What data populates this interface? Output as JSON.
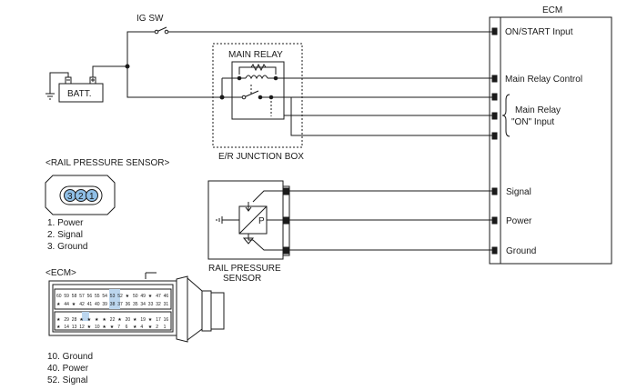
{
  "ecm_title": "ECM",
  "ig_sw": "IG SW",
  "batt": "BATT.",
  "main_relay": "MAIN RELAY",
  "junction_box": "E/R JUNCTION BOX",
  "ecm_pins": {
    "on_start": "ON/START Input",
    "main_relay_control": "Main Relay Control",
    "main_relay_on_1": "Main Relay",
    "main_relay_on_2": "\"ON\" Input",
    "signal": "Signal",
    "power": "Power",
    "ground": "Ground"
  },
  "sensor": {
    "heading": "<RAIL PRESSURE SENSOR>",
    "pin_numbers": [
      "3",
      "2",
      "1"
    ],
    "pins": [
      "1. Power",
      "2. Signal",
      "3. Ground"
    ],
    "caption_1": "RAIL PRESSURE",
    "caption_2": "SENSOR",
    "p_symbol": "P"
  },
  "ecm_connector": {
    "heading": "<ECM>",
    "pins": [
      "10. Ground",
      "40. Power",
      "52. Signal"
    ],
    "rows": [
      [
        "60",
        "59",
        "58",
        "57",
        "56",
        "55",
        "54",
        "53",
        "52",
        "★",
        "50",
        "49",
        "★",
        "47",
        "46"
      ],
      [
        "★",
        "44",
        "★",
        "42",
        "41",
        "40",
        "39",
        "38",
        "37",
        "36",
        "35",
        "34",
        "33",
        "32",
        "31"
      ],
      [
        "★",
        "29",
        "28",
        "★",
        "★",
        "★",
        "★",
        "22",
        "★",
        "20",
        "★",
        "19",
        "★",
        "17",
        "16"
      ],
      [
        "★",
        "14",
        "13",
        "12",
        "★",
        "10",
        "★",
        "★",
        "7",
        "6",
        "★",
        "4",
        "★",
        "2",
        "1"
      ]
    ]
  }
}
